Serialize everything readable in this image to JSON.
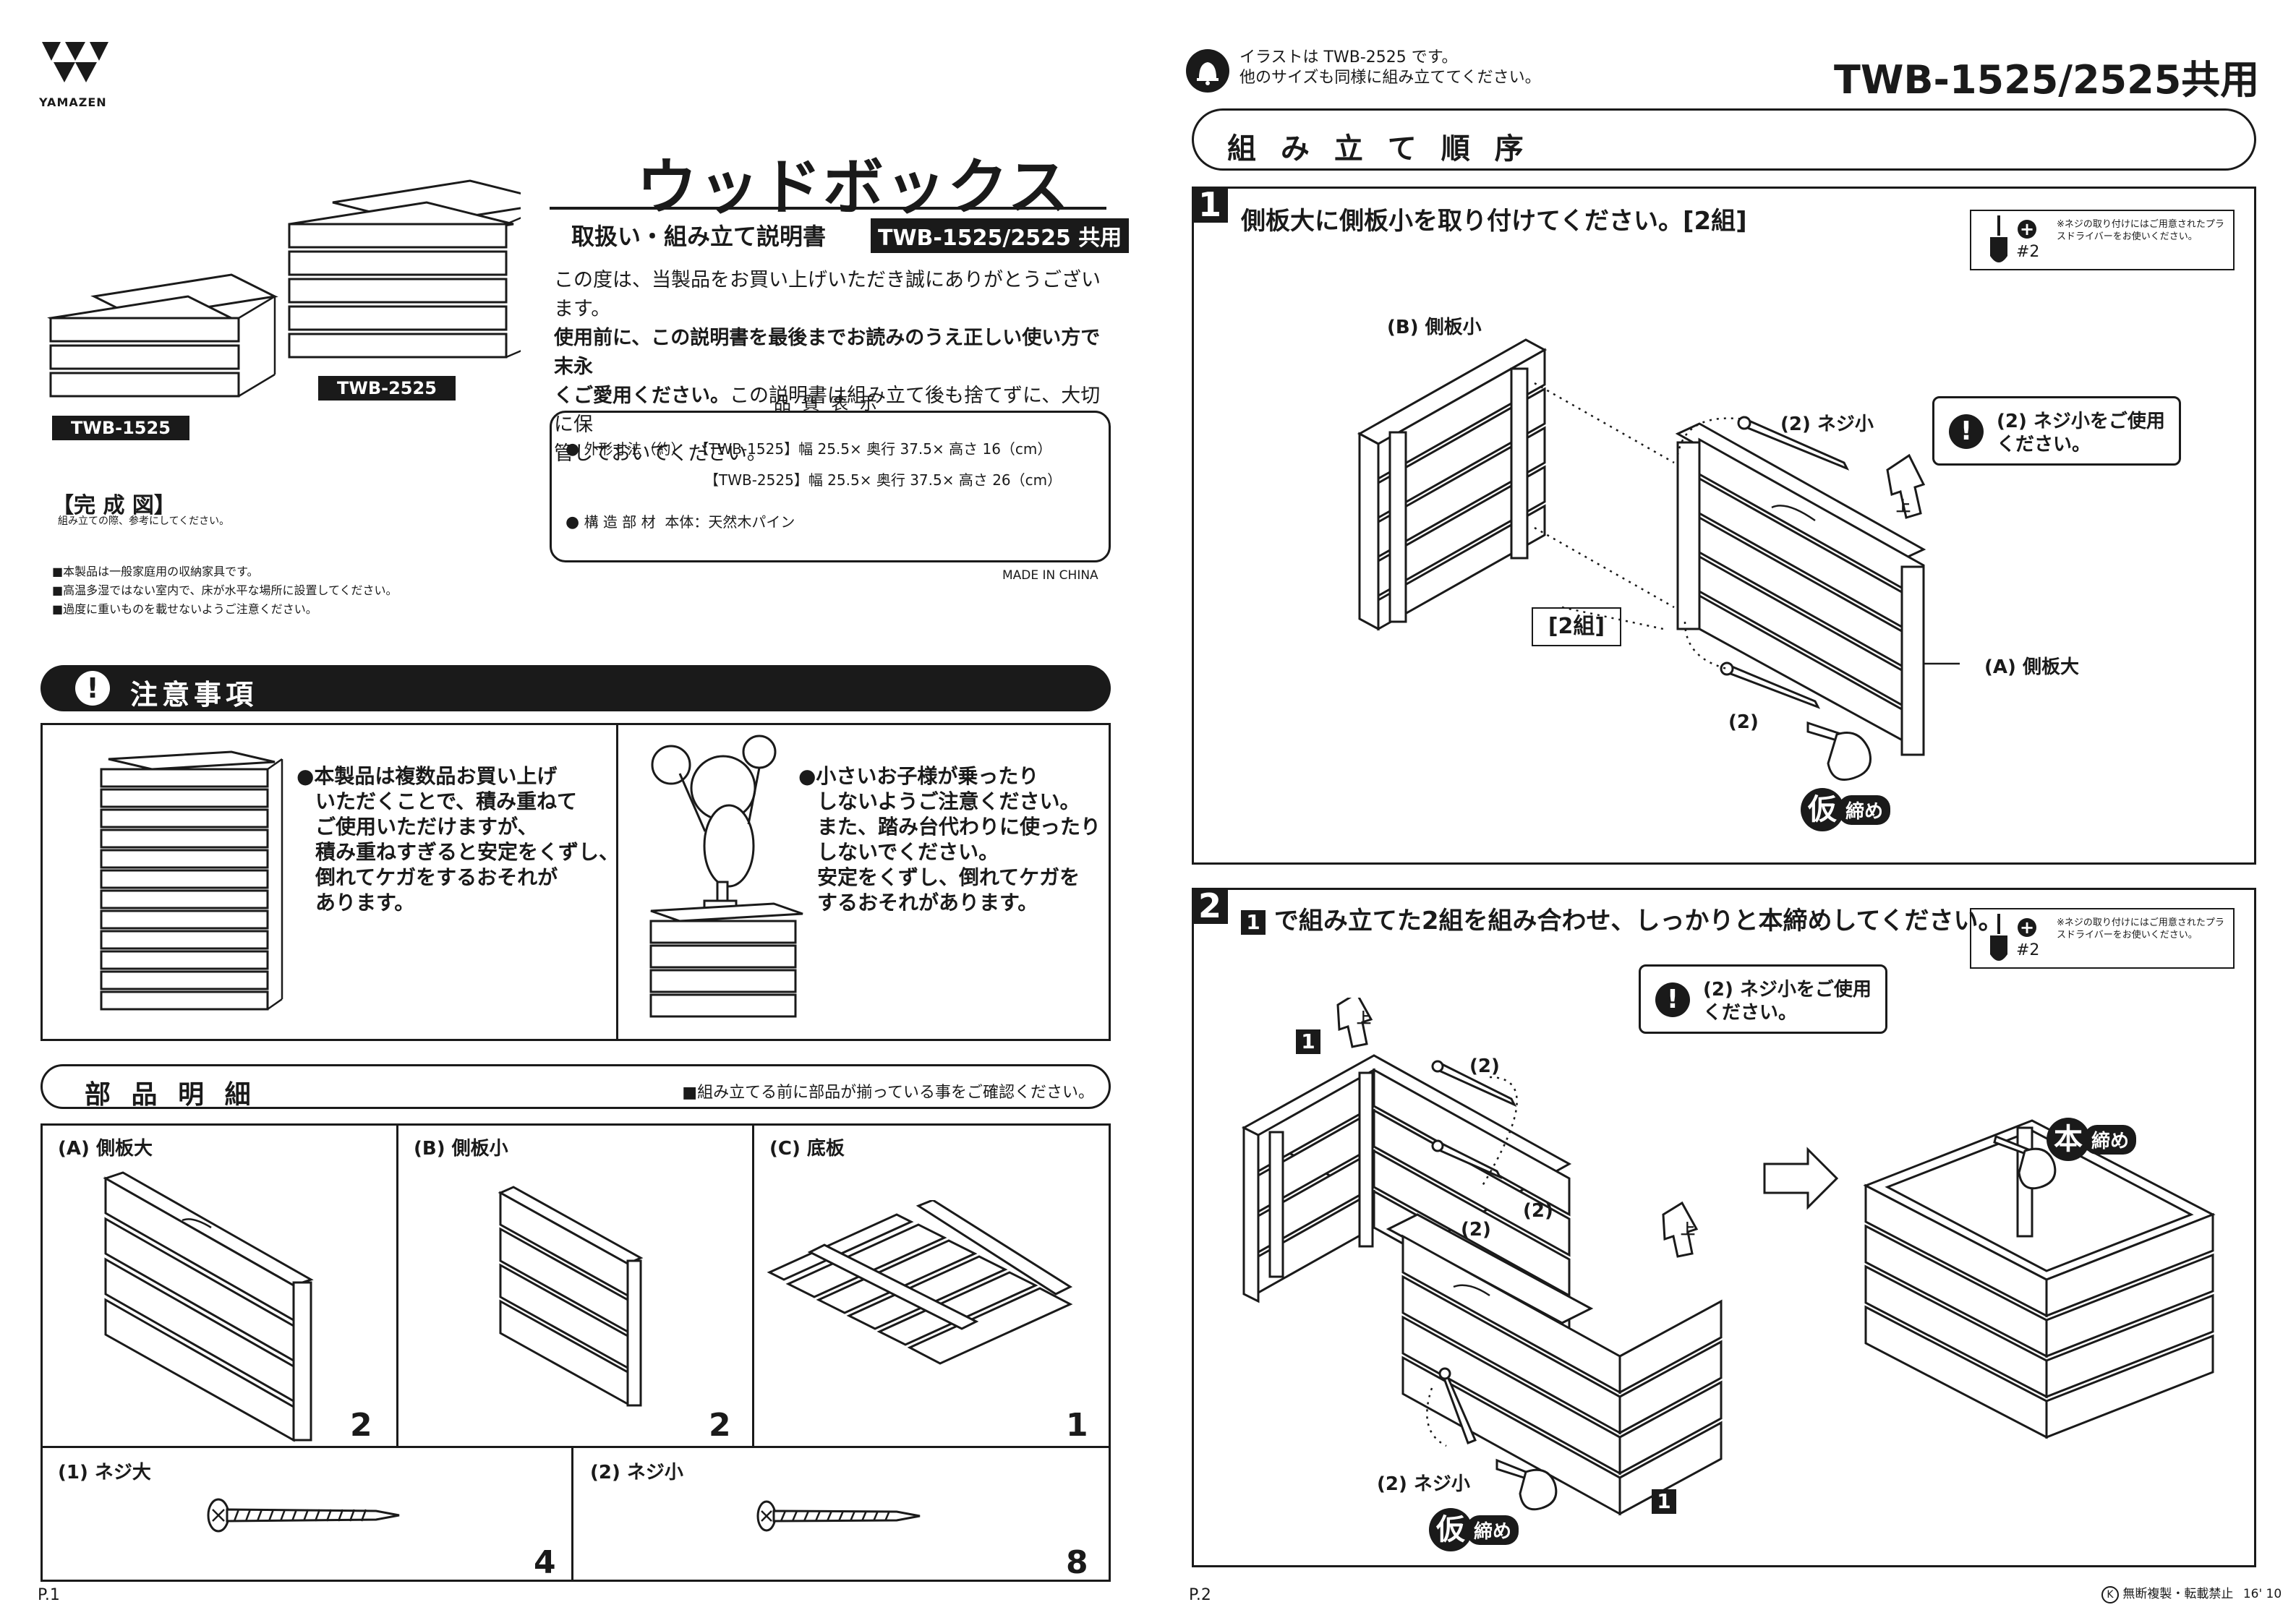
{
  "brand": {
    "name": "YAMAZEN"
  },
  "p1": {
    "product_labels": [
      "TWB-1525",
      "TWB-2525"
    ],
    "title": "ウッドボックス",
    "subtitle": "取扱い・組み立て説明書",
    "model_badge": "TWB-1525/2525 共用",
    "intro_1": "この度は、当製品をお買い上げいただき誠にありがとうございます。",
    "intro_2": "使用前に、この説明書を最後までお読みのうえ正しい使い方で末永",
    "intro_3": "くご愛用ください。",
    "intro_4": "この説明書は組み立て後も捨てずに、大切に保",
    "intro_5": "管しておいてください。",
    "quality_heading": "品 質 表 示",
    "quality": {
      "dim_label": "外形寸法（約）",
      "dim_1": "【TWB-1525】幅 25.5× 奥行 37.5× 高さ 16（cm）",
      "dim_2": "【TWB-2525】幅 25.5× 奥行 37.5× 高さ 26（cm）",
      "mat_label": "構 造 部 材",
      "mat_value": "本体：天然木パイン"
    },
    "made_in": "MADE IN CHINA",
    "completed_title": "【完 成 図】",
    "completed_note": "組み立ての際、参考にしてください。",
    "notes": [
      "■本製品は一般家庭用の収納家具です。",
      "■高温多湿ではない室内で、床が水平な場所に設置してください。",
      "■過度に重いものを載せないようご注意ください。"
    ],
    "caution_title": "注意事項",
    "caution_1": [
      "●本製品は複数品お買い上げ",
      "いただくことで、積み重ねて",
      "ご使用いただけますが、",
      "積み重ねすぎると安定をくずし、",
      "倒れてケガをするおそれが",
      "あります。"
    ],
    "caution_2": [
      "●小さいお子様が乗ったり",
      "しないようご注意ください。",
      "また、踏み台代わりに使ったり",
      "しないでください。",
      "安定をくずし、倒れてケガを",
      "するおそれがあります。"
    ],
    "parts_title": "部 品 明 細",
    "parts_note": "■組み立てる前に部品が揃っている事をご確認ください。",
    "parts": [
      {
        "label": "(A) 側板大",
        "qty": "2"
      },
      {
        "label": "(B) 側板小",
        "qty": "2"
      },
      {
        "label": "(C) 底板",
        "qty": "1"
      },
      {
        "label": "(1) ネジ大",
        "qty": "4"
      },
      {
        "label": "(2) ネジ小",
        "qty": "8"
      }
    ],
    "page": "P.1"
  },
  "p2": {
    "note_1": "イラストは TWB-2525 です。",
    "note_2": "他のサイズも同様に組み立ててください。",
    "model": "TWB-1525/2525共用",
    "order_title": "組 み 立 て 順 序",
    "tool_label": "#2",
    "tool_note": "※ネジの取り付けにはご用意されたプラスドライバーをお使いください。",
    "step1": {
      "no": "1",
      "title": "側板大に側板小を取り付けてください。[2組]",
      "label_b": "(B) 側板小",
      "label_a": "(A) 側板大",
      "label_screw": "(2) ネジ小",
      "label_2": "(2)",
      "label_sets": "[2組]",
      "up": "上",
      "warn": [
        "(2) ネジ小をご使用",
        "ください。"
      ],
      "tighten_big": "仮",
      "tighten_small": "締め"
    },
    "step2": {
      "no": "2",
      "ref": "1",
      "title": "で組み立てた2組を組み合わせ、しっかりと本締めしてください。",
      "warn": [
        "(2) ネジ小をご使用",
        "ください。"
      ],
      "label_2": "(2)",
      "label_screw": "(2) ネジ小",
      "up": "上",
      "tighten_big": "仮",
      "tighten_small": "締め",
      "final_big": "本",
      "final_small": "締め"
    },
    "copyright": "無断複製・転載禁止",
    "date": "16' 10",
    "page": "P.2"
  }
}
